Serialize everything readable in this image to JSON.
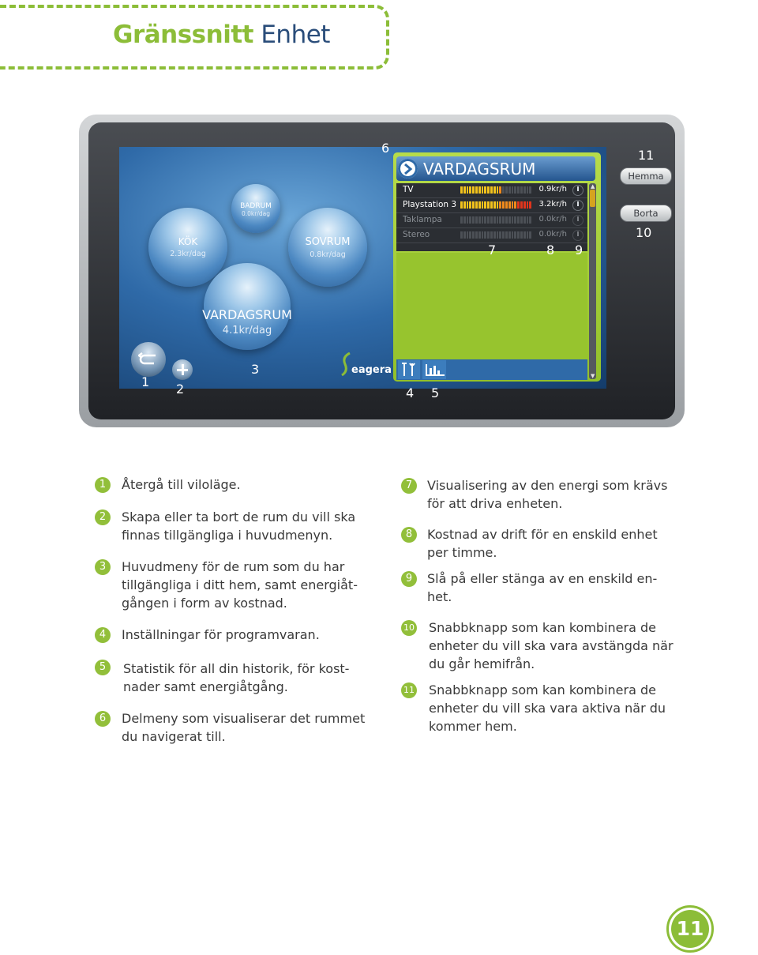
{
  "header": {
    "title_green": "Gränssnitt",
    "title_blue": "Enhet"
  },
  "screen": {
    "rooms": [
      {
        "name": "BADRUM",
        "cost": "0.0kr/dag"
      },
      {
        "name": "KÖK",
        "cost": "2.3kr/dag"
      },
      {
        "name": "SOVRUM",
        "cost": "0.8kr/dag"
      },
      {
        "name": "VARDAGSRUM",
        "cost": "4.1kr/dag"
      }
    ],
    "logo": "eagera",
    "panel_title": "VARDAGSRUM",
    "devices": [
      {
        "name": "TV",
        "cost": "0.9kr/h",
        "level": 0.6,
        "on": true
      },
      {
        "name": "Playstation 3",
        "cost": "3.2kr/h",
        "level": 1.0,
        "on": true
      },
      {
        "name": "Taklampa",
        "cost": "0.0kr/h",
        "level": 0,
        "on": false
      },
      {
        "name": "Stereo",
        "cost": "0.0kr/h",
        "level": 0,
        "on": false
      }
    ],
    "hw_buttons": {
      "home": "Hemma",
      "away": "Borta"
    },
    "callouts": [
      "1",
      "2",
      "3",
      "4",
      "5",
      "6",
      "7",
      "8",
      "9",
      "10",
      "11"
    ],
    "colors": {
      "green_accent": "#8cbd38",
      "panel_green": "#97c42e",
      "screen_blue": "#2f6aa8"
    }
  },
  "legend": [
    {
      "n": "1",
      "lines": [
        "Återgå till viloläge."
      ]
    },
    {
      "n": "2",
      "lines": [
        "Skapa eller ta bort de rum du vill ska",
        "finnas tillgängliga i huvudmenyn."
      ]
    },
    {
      "n": "3",
      "lines": [
        "Huvudmeny för de rum som du har",
        "tillgängliga i ditt hem, samt energiåt-",
        "gången i form av kostnad."
      ]
    },
    {
      "n": "4",
      "lines": [
        "Inställningar för programvaran."
      ]
    },
    {
      "n": "5",
      "lines": [
        "Statistik för all din historik, för kost-",
        "nader samt energiåtgång."
      ]
    },
    {
      "n": "6",
      "lines": [
        "Delmeny som visualiserar det rummet",
        "du navigerat till."
      ]
    },
    {
      "n": "7",
      "lines": [
        "Visualisering av den energi som krävs",
        "för att driva enheten."
      ]
    },
    {
      "n": "8",
      "lines": [
        "Kostnad av drift för en enskild enhet",
        "per timme."
      ]
    },
    {
      "n": "9",
      "lines": [
        "Slå på eller stänga av en enskild en-",
        "het."
      ]
    },
    {
      "n": "10",
      "lines": [
        "Snabbknapp som kan kombinera de",
        "enheter du vill ska vara avstängda när",
        "du går hemifrån."
      ]
    },
    {
      "n": "11",
      "lines": [
        "Snabbknapp som kan kombinera de",
        "enheter du vill ska vara aktiva när du",
        "kommer hem."
      ]
    }
  ],
  "page_number": "11"
}
